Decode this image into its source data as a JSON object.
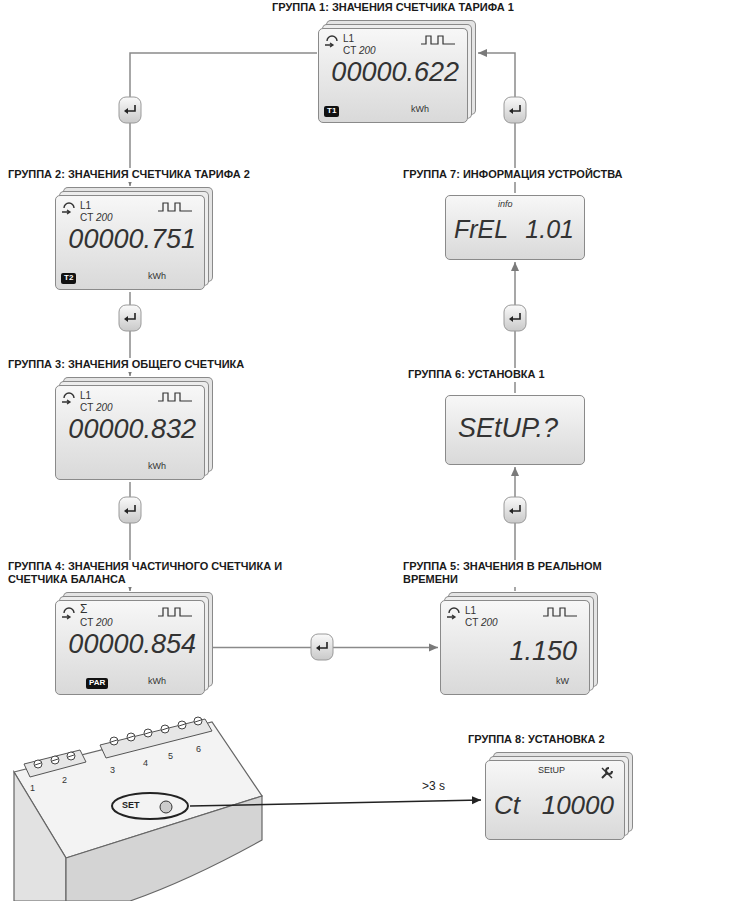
{
  "diagram": {
    "nodes": [
      {
        "text": [
          "ГРУППА 1: ЗНАЧЕНИЯ СЧЕТЧИКА ТАРИФА 1",
          "L1",
          "CT",
          "200",
          "00000.622",
          "kWh",
          "T1"
        ]
      },
      {
        "text": [
          "ГРУППА 2: ЗНАЧЕНИЯ СЧЕТЧИКА ТАРИФА 2",
          "L1",
          "CT",
          "200",
          "00000.751",
          "kWh",
          "T2"
        ]
      },
      {
        "text": [
          "ГРУППА 3: ЗНАЧЕНИЯ ОБЩЕГО СЧЕТЧИКА",
          "L1",
          "CT",
          "200",
          "00000.832",
          "kWh"
        ]
      },
      {
        "text": [
          "ГРУППА 4: ЗНАЧЕНИЯ ЧАСТИЧНОГО СЧЕТЧИКА И СЧЕТЧИКА БАЛАНСА",
          "Σ",
          "CT",
          "200",
          "00000.854",
          "kWh",
          "PAR"
        ]
      },
      {
        "text": [
          "ГРУППА 5: ЗНАЧЕНИЯ В РЕАЛЬНОМ ВРЕМЕНИ",
          "L1",
          "CT",
          "200",
          "1.150",
          "kW"
        ]
      },
      {
        "text": [
          "ГРУППА 6: УСТАНОВКА 1",
          "SEtUP.?"
        ]
      },
      {
        "text": [
          "ГРУППА 7: ИНФОРМАЦИЯ УСТРОЙСТВА",
          "info",
          "FrEL",
          "1.01"
        ]
      },
      {
        "text": [
          "ГРУППА 8: УСТАНОВКА 2",
          "SEtUP",
          "Ct",
          "10000"
        ]
      }
    ],
    "edges": [
      {
        "from": 0,
        "to": 1,
        "arrow": "to"
      },
      {
        "from": 1,
        "to": 2,
        "arrow": "to"
      },
      {
        "from": 2,
        "to": 3,
        "arrow": "to"
      },
      {
        "from": 3,
        "to": 4,
        "arrow": "to"
      },
      {
        "from": 4,
        "to": 5,
        "arrow": "to"
      },
      {
        "from": 5,
        "to": 6,
        "arrow": "to"
      },
      {
        "from": 6,
        "to": 0,
        "arrow": "to"
      }
    ],
    "labels": [
      "1",
      "2",
      "3",
      "4",
      "5",
      "6",
      "SET",
      ">3 s"
    ]
  }
}
